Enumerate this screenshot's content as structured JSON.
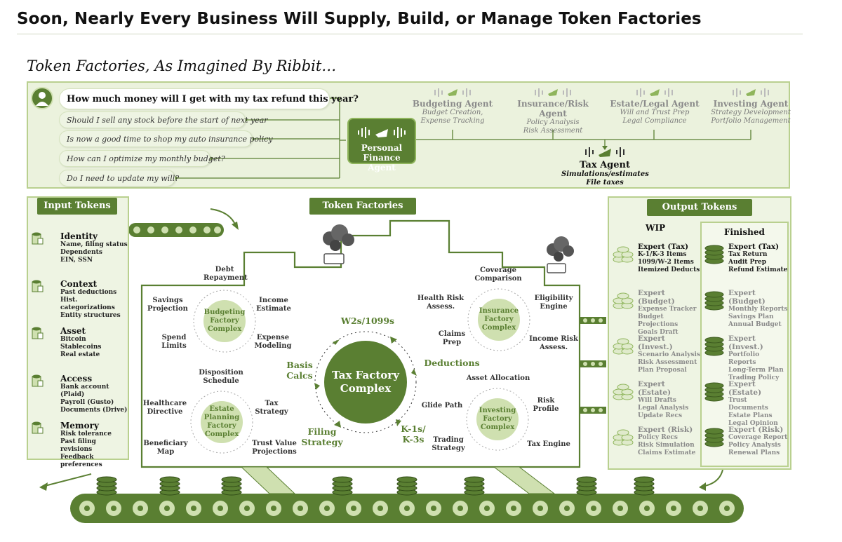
{
  "header": {
    "title": "Soon, Nearly Every Business Will Supply, Build, or Manage Token Factories",
    "subtitle": "Token Factories, As Imagined By Ribbit…"
  },
  "questions": {
    "main": "How much money will I get with my tax refund this year?",
    "others": [
      "Should I sell any stock before the start of next year",
      "Is now a good time to shop my auto insurance policy",
      "How can I optimize my monthly budget?",
      "Do I need to update my will?"
    ]
  },
  "personal_agent": {
    "label_line1": "Personal",
    "label_line2": "Finance Agent"
  },
  "agents": [
    {
      "name": "Budgeting Agent",
      "line1": "Budget Creation,",
      "line2": "Expense Tracking"
    },
    {
      "name": "Insurance/Risk Agent",
      "line1": "Policy Analysis",
      "line2": "Risk Assessment"
    },
    {
      "name": "Estate/Legal Agent",
      "line1": "Will and Trust Prep",
      "line2": "Legal Compliance"
    },
    {
      "name": "Investing Agent",
      "line1": "Strategy Development",
      "line2": "Portfolio Management"
    }
  ],
  "tax_agent": {
    "name": "Tax Agent",
    "line1": "Simulations/estimates",
    "line2": "File taxes"
  },
  "input_tokens": {
    "label": "Input Tokens",
    "groups": [
      {
        "title": "Identity",
        "lines": [
          "Name, filing status",
          "Dependents",
          "EIN, SSN"
        ]
      },
      {
        "title": "Context",
        "lines": [
          "Past deductions",
          "Hist. categorizations",
          "Entity structures"
        ]
      },
      {
        "title": "Asset",
        "lines": [
          "Bitcoin",
          "Stablecoins",
          "Real estate"
        ]
      },
      {
        "title": "Access",
        "lines": [
          "Bank account (Plaid)",
          "Payroll (Gusto)",
          "Documents (Drive)"
        ]
      },
      {
        "title": "Memory",
        "lines": [
          "Risk tolerance",
          "Past filing revisions",
          "Feedback preferences"
        ]
      }
    ]
  },
  "factories": {
    "label": "Token Factories",
    "budgeting": {
      "hub": "Budgeting Factory Complex",
      "nodes": [
        "Debt Repayment",
        "Income Estimate",
        "Expense Modeling",
        "Spend Limits",
        "Savings Projection"
      ]
    },
    "insurance": {
      "hub": "Insurance Factory Complex",
      "nodes": [
        "Coverage Comparison",
        "Eligibility Engine",
        "Income Risk Assess.",
        "Claims Prep",
        "Health Risk Assess."
      ]
    },
    "tax": {
      "hub": "Tax Factory Complex",
      "nodes": [
        "W2s/1099s",
        "Deductions",
        "K-1s/ K-3s",
        "Filing Strategy",
        "Basis Calcs"
      ]
    },
    "estate": {
      "hub": "Estate Planning Factory Complex",
      "nodes": [
        "Disposition Schedule",
        "Tax Strategy",
        "Trust Value Projections",
        "Beneficiary Map",
        "Healthcare Directive"
      ]
    },
    "investing": {
      "hub": "Investing Factory Complex",
      "nodes": [
        "Asset Allocation",
        "Risk Profile",
        "Tax Engine",
        "Trading Strategy",
        "Glide Path"
      ]
    }
  },
  "output_tokens": {
    "label": "Output Tokens",
    "wip_label": "WIP",
    "finished_label": "Finished",
    "wip": [
      {
        "title": "Expert (Tax)",
        "lines": [
          "K-1/K-3 Items",
          "1099/W-2 Items",
          "Itemized Deducts"
        ]
      },
      {
        "title": "Expert (Budget)",
        "lines": [
          "Expense Tracker",
          "Budget Projections",
          "Goals Draft"
        ]
      },
      {
        "title": "Expert (Invest.)",
        "lines": [
          "Scenario Analysis",
          "Risk Assessment",
          "Plan Proposal"
        ]
      },
      {
        "title": "Expert (Estate)",
        "lines": [
          "Will Drafts",
          "Legal Analysis",
          "Update Recs"
        ]
      },
      {
        "title": "Expert (Risk)",
        "lines": [
          "Policy Recs",
          "Risk Simulation",
          "Claims Estimate"
        ]
      }
    ],
    "finished": [
      {
        "title": "Expert (Tax)",
        "lines": [
          "Tax Return",
          "Audit Prep",
          "Refund Estimate"
        ]
      },
      {
        "title": "Expert (Budget)",
        "lines": [
          "Monthly Reports",
          "Savings Plan",
          "Annual Budget"
        ]
      },
      {
        "title": "Expert (Invest.)",
        "lines": [
          "Portfolio Reports",
          "Long-Term Plan",
          "Trading Policy"
        ]
      },
      {
        "title": "Expert (Estate)",
        "lines": [
          "Trust Documents",
          "Estate Plans",
          "Legal Opinion"
        ]
      },
      {
        "title": "Expert (Risk)",
        "lines": [
          "Coverage Report",
          "Policy Analysis",
          "Renewal Plans"
        ]
      }
    ]
  },
  "colors": {
    "dark_green": "#5a7f32",
    "light_green": "#cfe0b0",
    "panel": "#ebf2dd",
    "border": "#b9d08f"
  }
}
